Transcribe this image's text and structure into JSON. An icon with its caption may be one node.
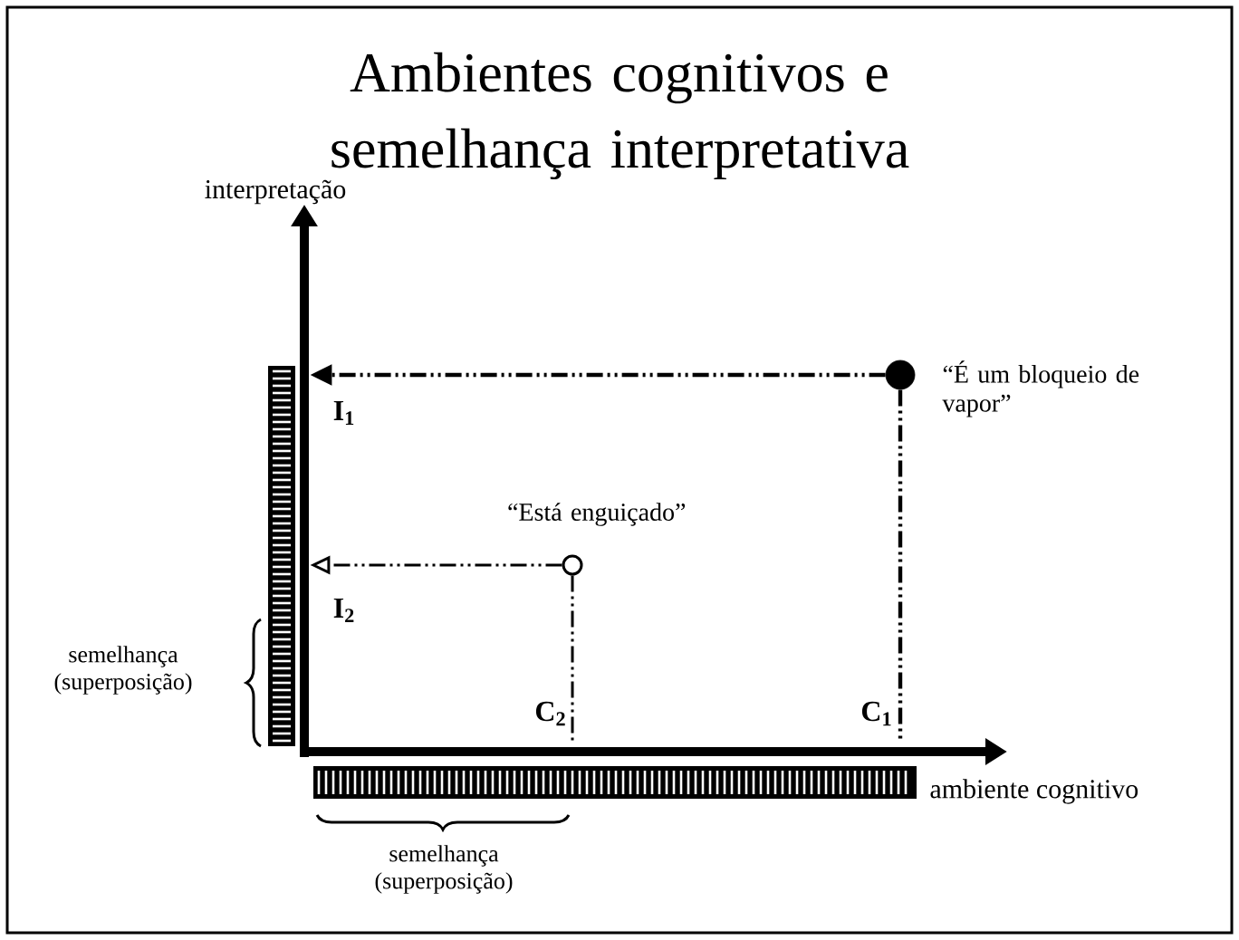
{
  "diagram": {
    "title": "Ambientes cognitivos e semelhança interpretativa",
    "nodes": [
      {
        "text": [],
        "shape": "circle",
        "beside": [
          "“É um bloqueio de vapor”"
        ]
      },
      {
        "text": [],
        "shape": "circle",
        "beside": [
          "“Está enguiçado”"
        ]
      },
      {
        "text": [],
        "shape": "bar"
      },
      {
        "text": [],
        "shape": "bar"
      }
    ],
    "edges": [
      {
        "from": 0,
        "to": 2,
        "arrow": "to",
        "style": "dashed"
      },
      {
        "from": 1,
        "to": 2,
        "arrow": "to",
        "style": "dashed"
      },
      {
        "from": 0,
        "to": 3,
        "arrow": "none",
        "style": "dashed"
      },
      {
        "from": 1,
        "to": 3,
        "arrow": "none",
        "style": "dashed"
      }
    ],
    "labels": [
      "interpretação",
      "I$_{1}$",
      "I$_{2}$",
      "semelhança (superposição)",
      "C$_{2}$",
      "C$_{1}$",
      "ambiente cognitivo",
      "semelhança (superposição)"
    ]
  }
}
